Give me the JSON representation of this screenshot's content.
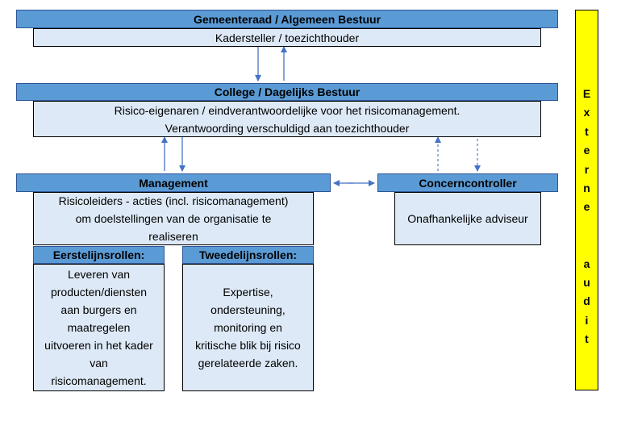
{
  "boxes": {
    "gemeenteraad": {
      "title": "Gemeenteraad / Algemeen Bestuur",
      "text": "Kadersteller / toezichthouder"
    },
    "college": {
      "title": "College / Dagelijks Bestuur",
      "lines": [
        "Risico-eigenaren / eindverantwoordelijke voor het risicomanagement.",
        "Verantwoording verschuldigd aan toezichthouder"
      ]
    },
    "management": {
      "title": "Management",
      "lines": [
        "Risicoleiders - acties (incl. risicomanagement)",
        "om doelstellingen van de organisatie te",
        "realiseren"
      ]
    },
    "concerncontroller": {
      "title": "Concerncontroller",
      "text": "Onafhankelijke adviseur"
    },
    "eerstelijn": {
      "title": "Eerstelijnsrollen:",
      "lines": [
        "Leveren van",
        "producten/diensten",
        "aan burgers en",
        "maatregelen",
        "uitvoeren in het kader",
        "van",
        "risicomanagement."
      ]
    },
    "tweedelijn": {
      "title": "Tweedelijnsrollen:",
      "lines": [
        "Expertise,",
        "ondersteuning,",
        "monitoring en",
        "kritische blik bij risico",
        "gerelateerde zaken."
      ]
    }
  },
  "externe_audit": {
    "letters": [
      "E",
      "x",
      "t",
      "e",
      "r",
      "n",
      "e",
      "",
      "",
      "a",
      "u",
      "d",
      "i",
      "t"
    ]
  },
  "colors": {
    "header": "#5b9bd5",
    "body": "#dde9f6",
    "arrow": "#4472c4",
    "audit": "#ffff00"
  }
}
